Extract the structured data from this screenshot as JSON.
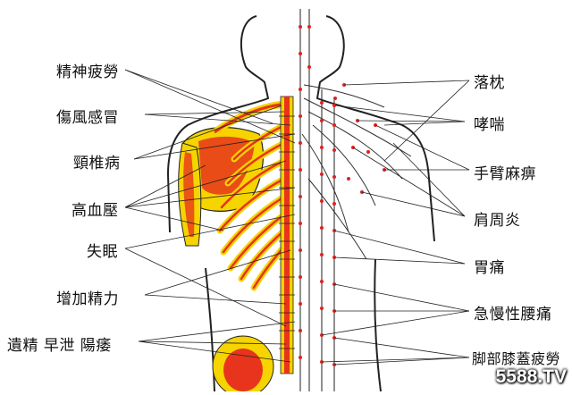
{
  "left_labels": [
    "精神疲勞",
    "傷風感冒",
    "頸椎病",
    "高血壓",
    "失眠",
    "增加精力",
    "遺精 早泄 陽痿"
  ],
  "right_labels": [
    "落枕",
    "哮喘",
    "手臂麻痹",
    "肩周炎",
    "胃痛",
    "急慢性腰痛",
    "脚部膝蓋疲勞"
  ],
  "watermark": "5588.TV",
  "colors": {
    "bone": "#f5d400",
    "marrow": "#e8341c",
    "line": "#222222",
    "point": "#e02020"
  }
}
